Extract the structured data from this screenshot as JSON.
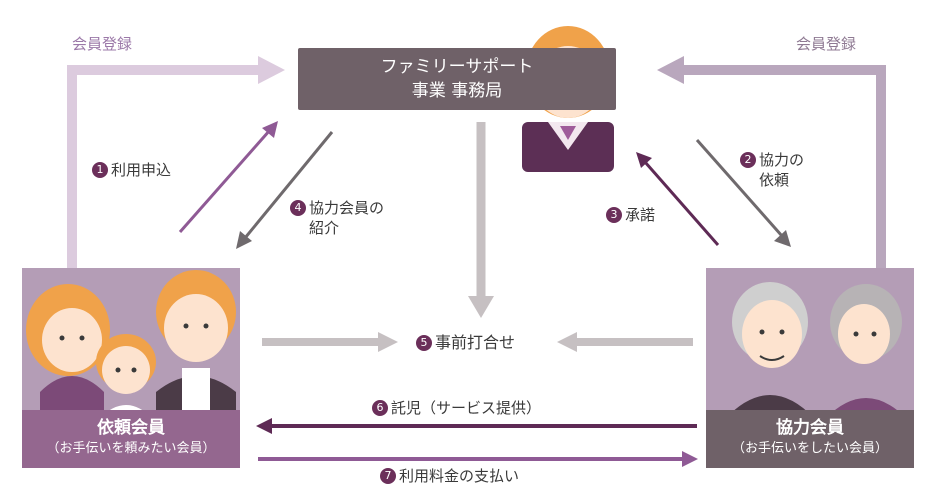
{
  "diagram": {
    "office": {
      "line1": "ファミリーサポート",
      "line2": "事業 事務局"
    },
    "register_left": "会員登録",
    "register_right": "会員登録",
    "user_member": {
      "title": "依頼会員",
      "subtitle": "（お手伝いを頼みたい会員）"
    },
    "helper_member": {
      "title": "協力会員",
      "subtitle": "（お手伝いをしたい会員）"
    },
    "steps": [
      {
        "num": "1",
        "text": "利用申込"
      },
      {
        "num": "2",
        "line1": "協力の",
        "line2": "依頼"
      },
      {
        "num": "3",
        "text": "承諾"
      },
      {
        "num": "4",
        "line1": "協力会員の",
        "line2": "紹介"
      },
      {
        "num": "5",
        "text": "事前打合せ"
      },
      {
        "num": "6",
        "text": "託児（サービス提供）"
      },
      {
        "num": "7",
        "text": "利用料金の支払い"
      }
    ],
    "colors": {
      "light_purple": "#d9c6dc",
      "medium_purple": "#b9a7bd",
      "dark_plum": "#6b2f5a",
      "arrow_purple": "#8f5a95",
      "arrow_gray": "#6f6a6d",
      "arrow_lightgray": "#c6c0c2",
      "office_box": "#6f6168",
      "panel_bg": "#b49db6",
      "name_box": "#94678f"
    }
  }
}
